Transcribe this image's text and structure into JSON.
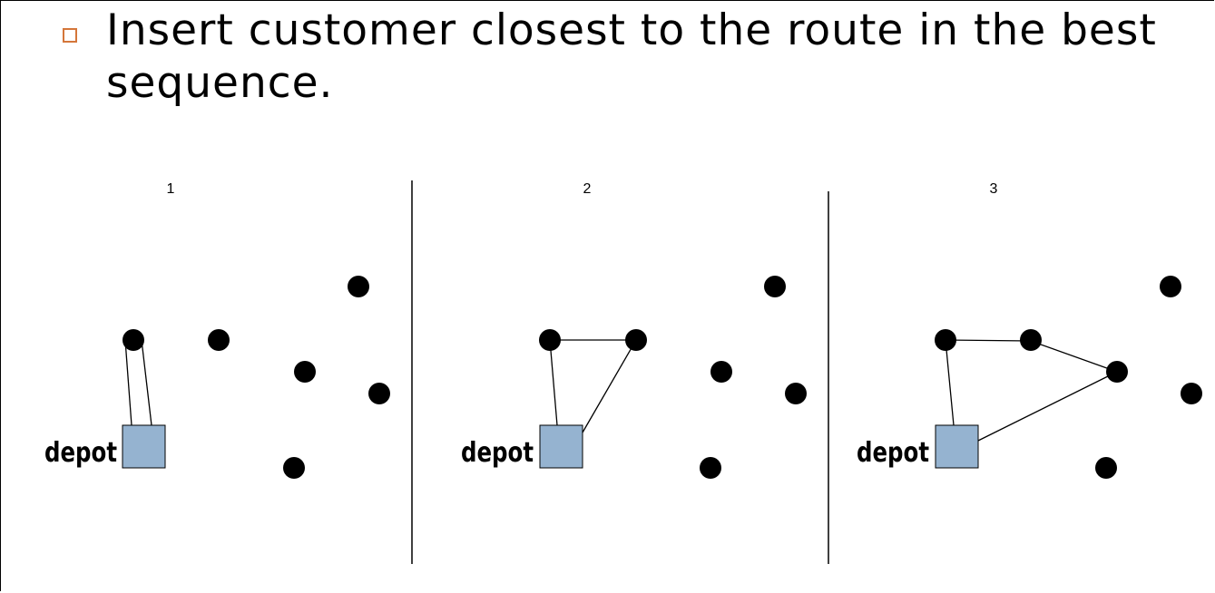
{
  "slide": {
    "bullet_text": "Insert customer closest to the route in the best sequence.",
    "colors": {
      "bullet": "#d4763a",
      "depot": "#95b3d0",
      "node": "#000000"
    }
  },
  "panels": [
    {
      "step": "1",
      "depot_label": "depot"
    },
    {
      "step": "2",
      "depot_label": "depot"
    },
    {
      "step": "3",
      "depot_label": "depot"
    }
  ]
}
